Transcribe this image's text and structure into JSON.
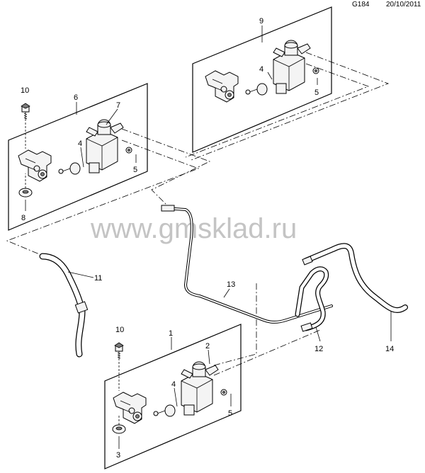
{
  "header": {
    "code": "G184",
    "date": "20/10/2011"
  },
  "watermark": "www.gmsklad.ru",
  "callouts": {
    "c1": "1",
    "c2": "2",
    "c3": "3",
    "c4a": "4",
    "c4b": "4",
    "c4c": "4",
    "c5a": "5",
    "c5b": "5",
    "c5c": "5",
    "c6": "6",
    "c7": "7",
    "c8": "8",
    "c9": "9",
    "c10a": "10",
    "c10b": "10",
    "c11": "11",
    "c12": "12",
    "c13": "13",
    "c14": "14"
  }
}
